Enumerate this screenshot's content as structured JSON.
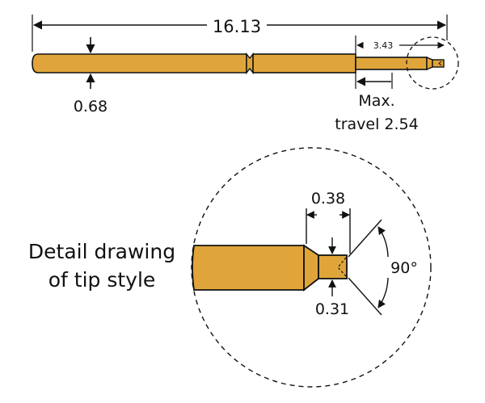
{
  "pin": {
    "overall_length": "16.13",
    "tip_section_length": "3.43",
    "diameter": "0.68",
    "max_travel_line1": "Max.",
    "max_travel_line2": "travel 2.54"
  },
  "detail": {
    "title_line1": "Detail drawing",
    "title_line2": "of tip style",
    "tip_length": "0.38",
    "tip_width": "0.31",
    "tip_angle": "90°"
  },
  "colors": {
    "body_fill": "#E0A53A",
    "outline": "#111111"
  }
}
